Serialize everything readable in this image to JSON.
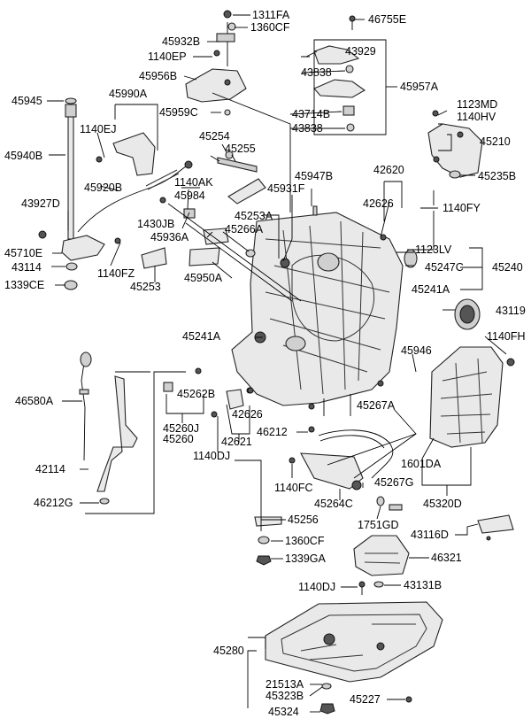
{
  "labels": [
    "1311FA",
    "46755E",
    "45932B",
    "1360CF",
    "1140EP",
    "43929",
    "45956B",
    "43838",
    "45957A",
    "45945",
    "45990A",
    "43714B",
    "1123MD",
    "1140HV",
    "45959C",
    "43838",
    "1140EJ",
    "45254",
    "45210",
    "45940B",
    "45255",
    "45947B",
    "45235B",
    "42620",
    "1140AK",
    "45931F",
    "45920B",
    "45984",
    "42626",
    "43927D",
    "1430JB",
    "45253A",
    "1140FY",
    "45936A",
    "45266A",
    "1123LV",
    "45710E",
    "45247C",
    "45240",
    "43114",
    "1140FZ",
    "45253",
    "45950A",
    "45241A",
    "1339CE",
    "43119",
    "45241A",
    "1140FH",
    "45946",
    "46580A",
    "45262B",
    "45267A",
    "42626",
    "45260J",
    "45260",
    "42621",
    "46212",
    "1140DJ",
    "42114",
    "1601DA",
    "1140FC",
    "45267G",
    "46212G",
    "45264C",
    "45320D",
    "45256",
    "1751GD",
    "43116D",
    "1360CF",
    "46321",
    "1339GA",
    "1140DJ",
    "43131B",
    "45280",
    "21513A",
    "45323B",
    "45227",
    "45324"
  ]
}
